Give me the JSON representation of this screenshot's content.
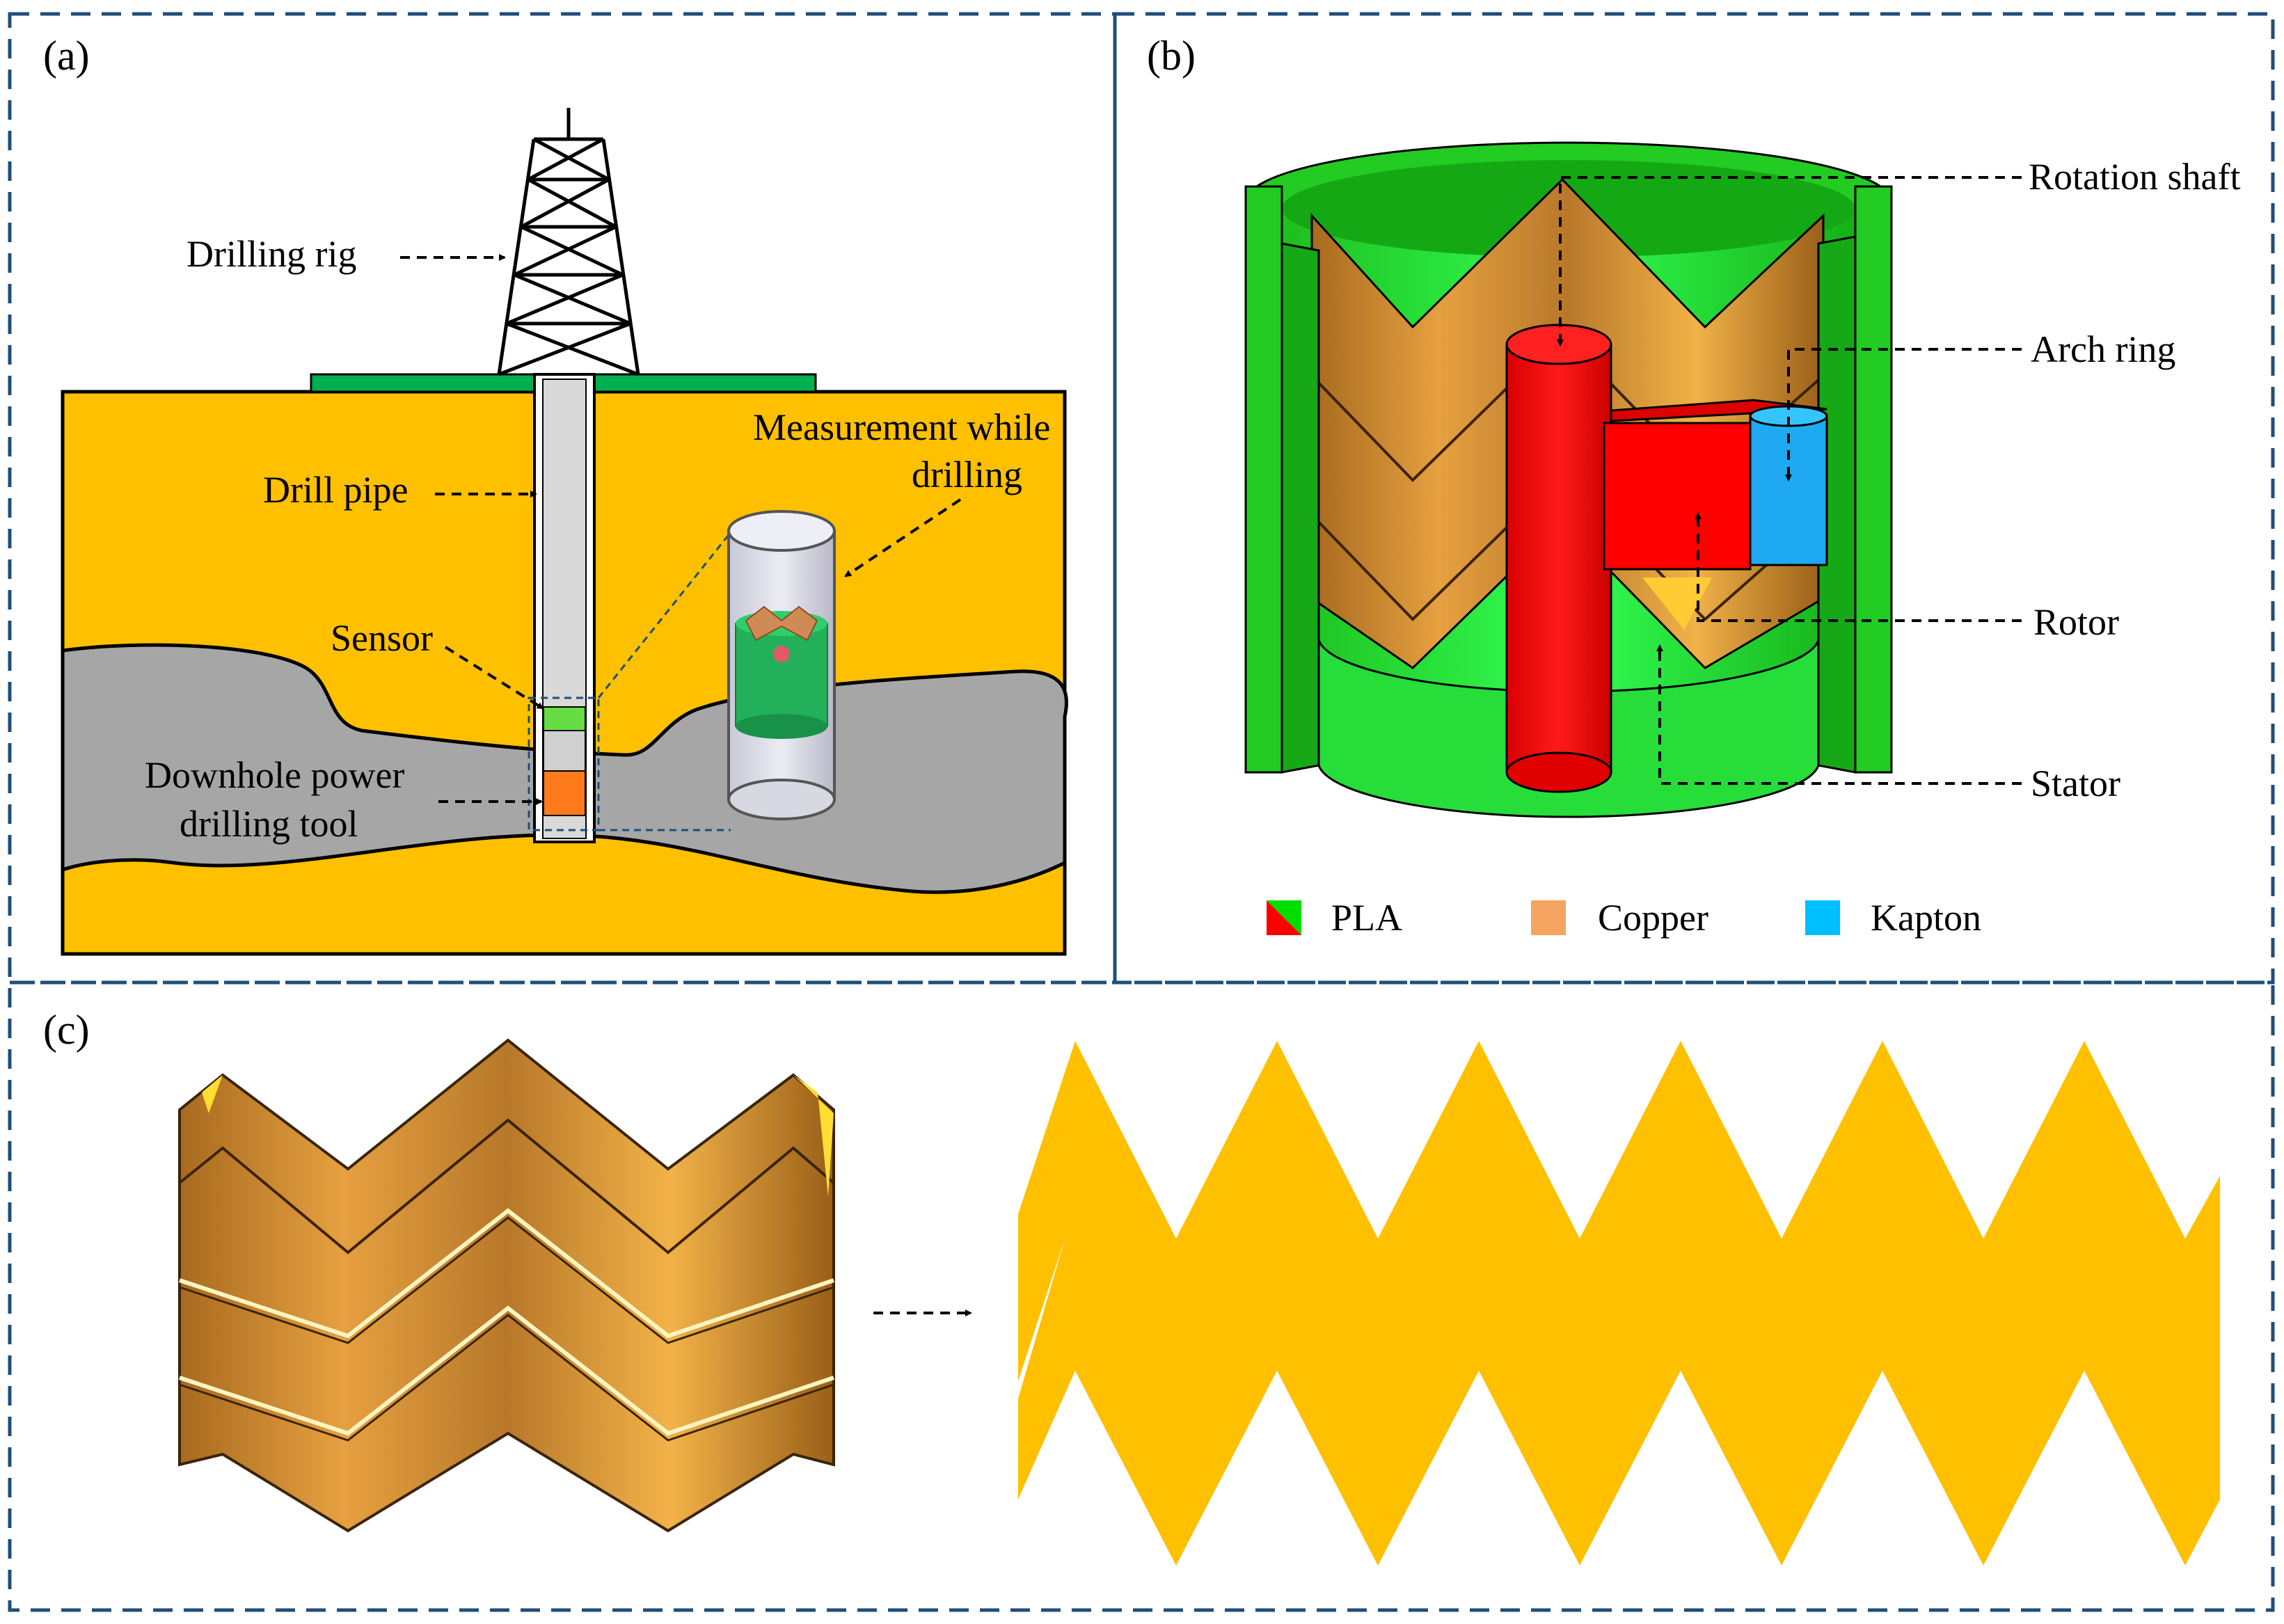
{
  "panels": {
    "a": {
      "label": "(a)"
    },
    "b": {
      "label": "(b)"
    },
    "c": {
      "label": "(c)"
    }
  },
  "panel_a_labels": {
    "drilling_rig": "Drilling rig",
    "drill_pipe": "Drill pipe",
    "mwd_line1": "Measurement while",
    "mwd_line2": "drilling",
    "sensor": "Sensor",
    "tool_line1": "Downhole power",
    "tool_line2": "drilling tool"
  },
  "panel_b_labels": {
    "rotation_shaft": "Rotation shaft",
    "arch_ring": "Arch ring",
    "rotor": "Rotor",
    "stator": "Stator"
  },
  "legend": [
    {
      "label": "PLA",
      "color": "#ff0000",
      "color2": "#00dd00"
    },
    {
      "label": "Copper",
      "color": "#f4a460"
    },
    {
      "label": "Kapton",
      "color": "#00bfff"
    }
  ],
  "colors": {
    "soil": "#ffc000",
    "rock": "#a6a6a6",
    "ground_plate": "#00b050",
    "pla_green": "#22ee33",
    "pla_red": "#ff0000",
    "copper": "#d9892b",
    "kapton": "#1fa9f2",
    "electrode": "#ffc000",
    "frame": "#1f4e79"
  }
}
